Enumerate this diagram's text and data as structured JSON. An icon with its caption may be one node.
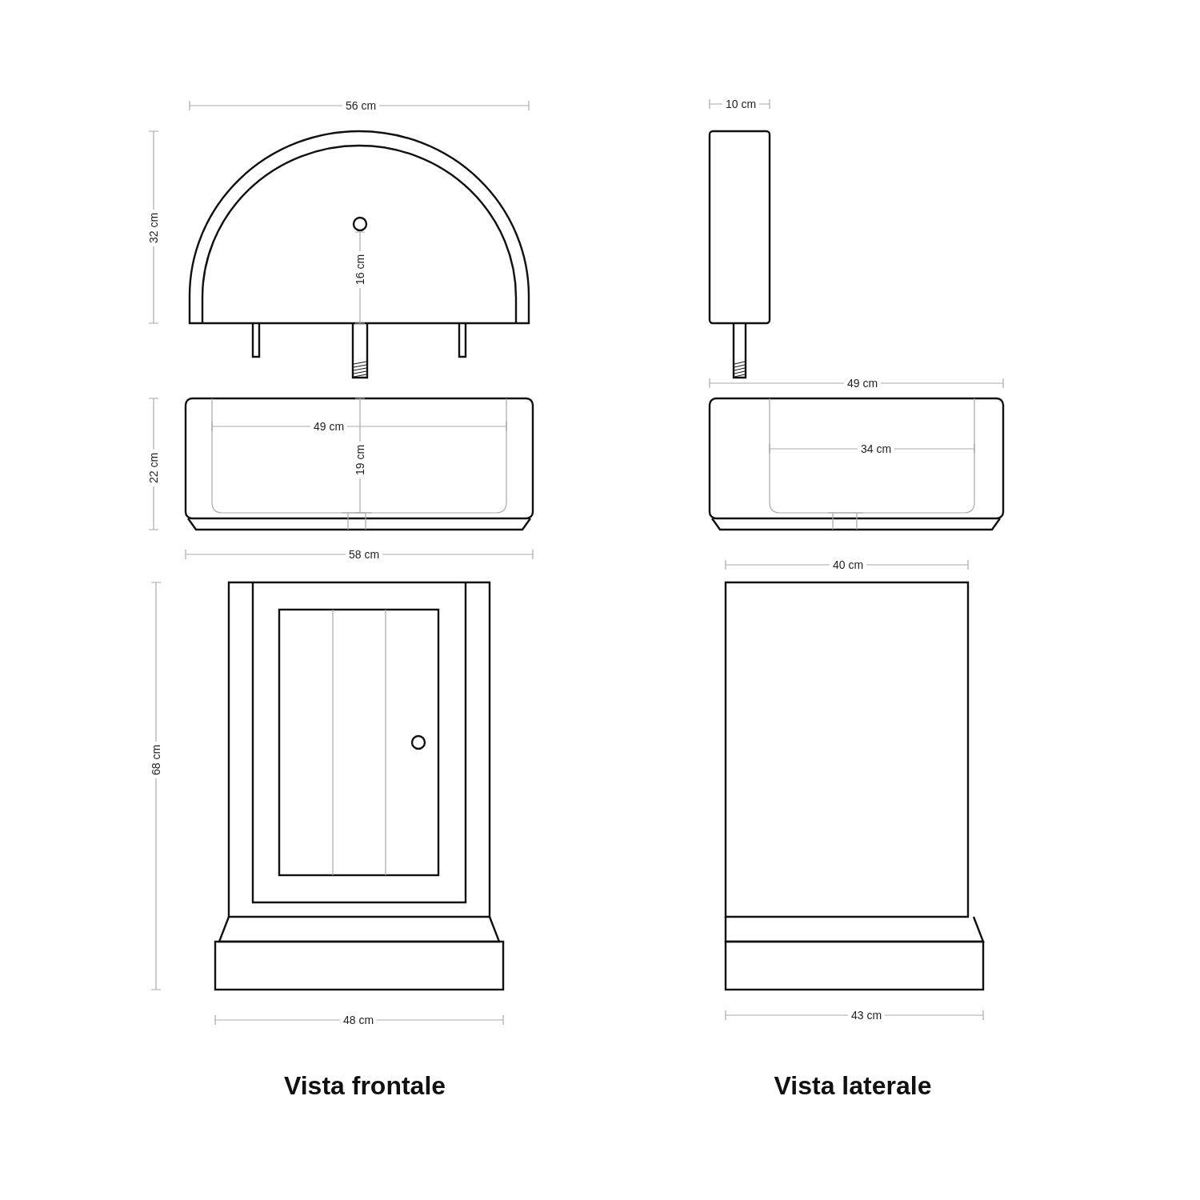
{
  "diagram": {
    "labels": [
      "56 cm",
      "10 cm",
      "32 cm",
      "16 cm",
      "49 cm",
      "49 cm",
      "19 cm",
      "22 cm",
      "34 cm",
      "58 cm",
      "40 cm",
      "68 cm",
      "48 cm",
      "43 cm",
      "Vista frontale",
      "Vista laterale"
    ]
  }
}
